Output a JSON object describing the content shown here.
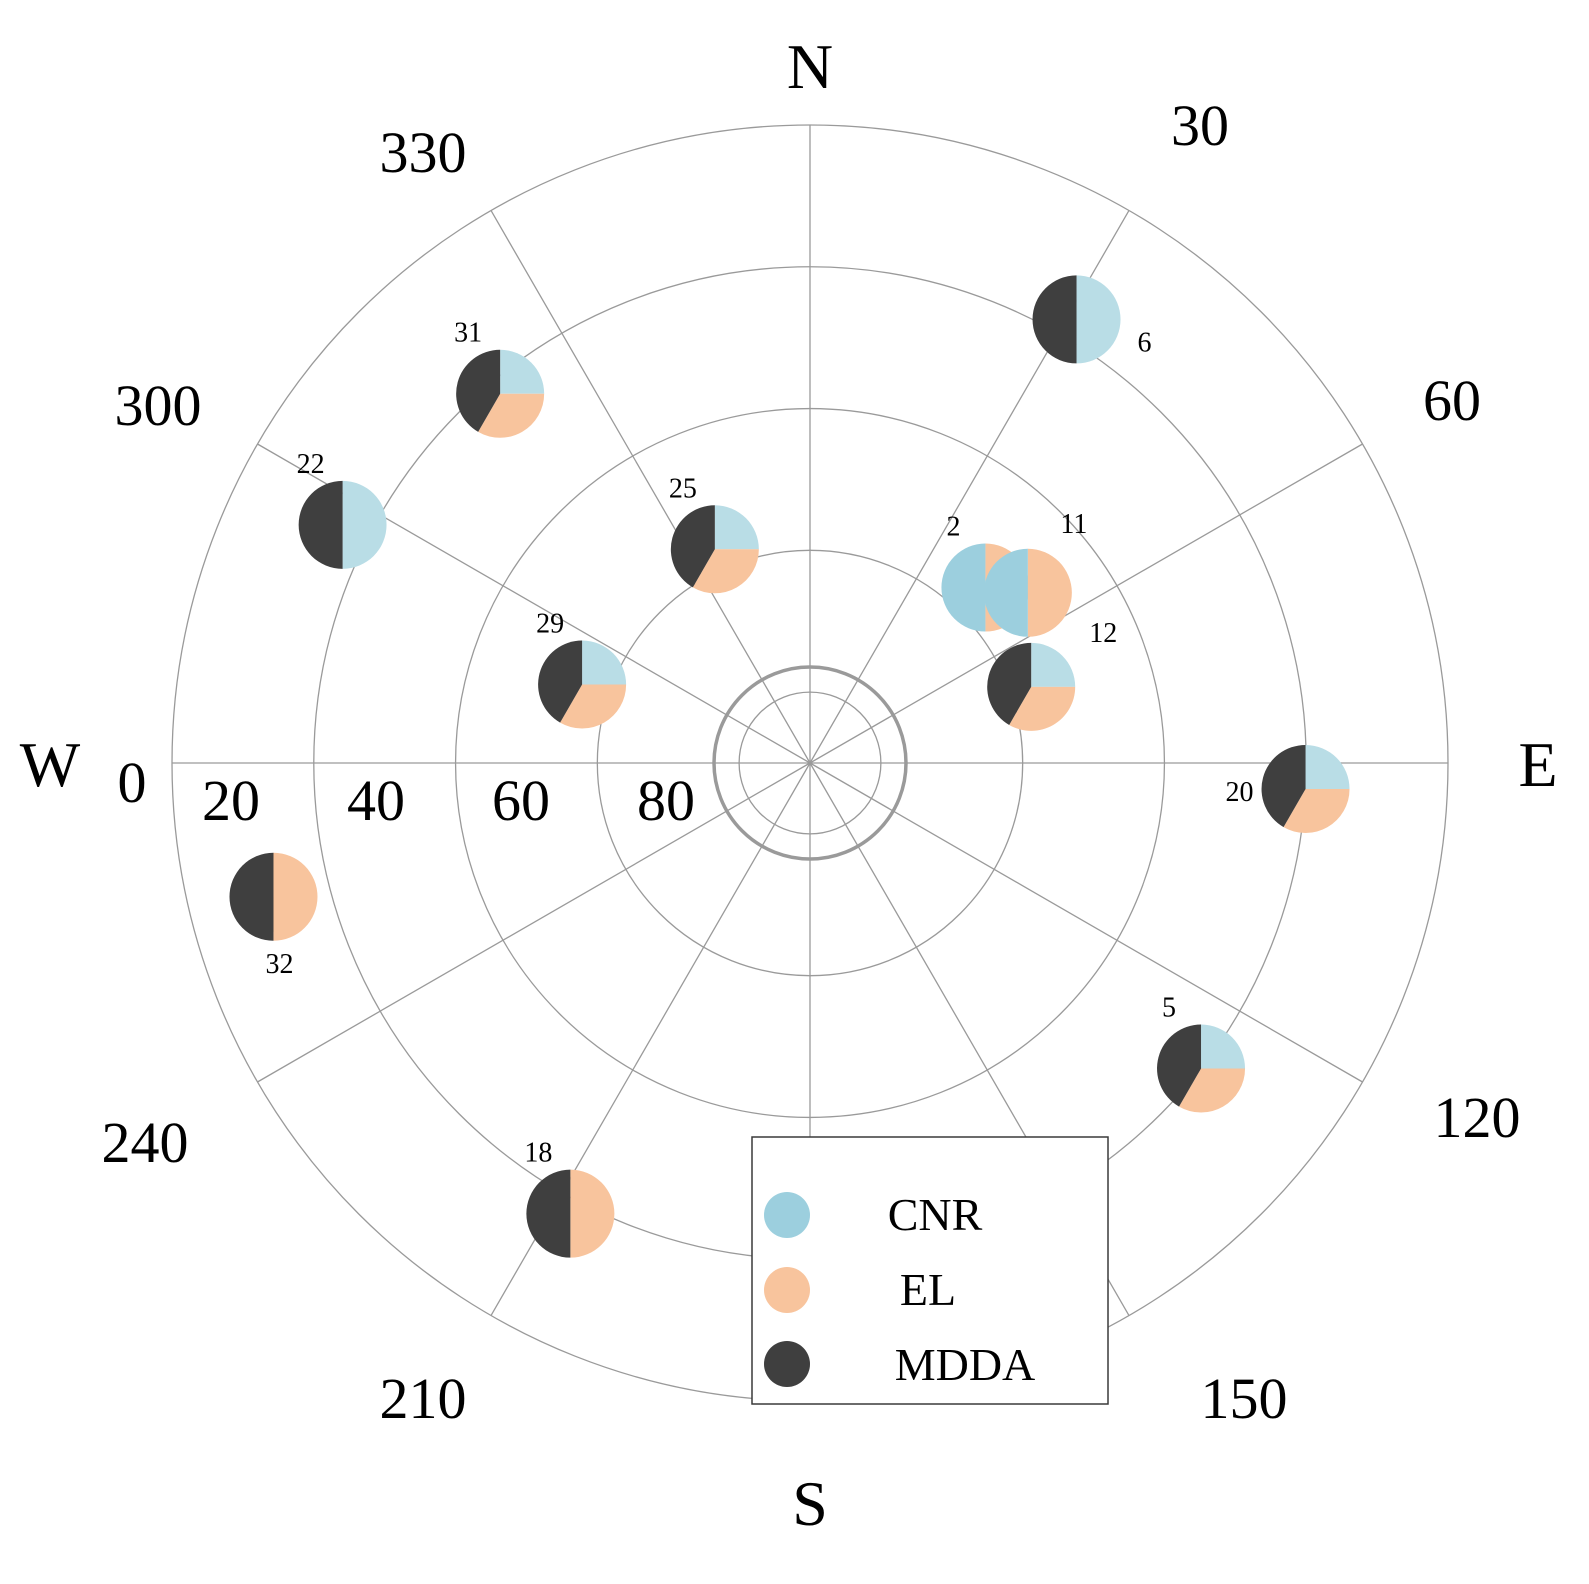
{
  "colors": {
    "CNR": "#9ccfde",
    "CNR_shade": "#b9dde6",
    "EL": "#f8c49d",
    "MDDA": "#3f3f3f"
  },
  "compass": {
    "N": "N",
    "E": "E",
    "S": "S",
    "W": "W"
  },
  "chart_data": {
    "type": "polar-pie-scatter",
    "azimuth_ticks": [
      "30",
      "60",
      "120",
      "150",
      "210",
      "240",
      "300",
      "330"
    ],
    "elevation_ticks": [
      "0",
      "20",
      "40",
      "60",
      "80"
    ],
    "legend": [
      {
        "key": "CNR",
        "label": "CNR"
      },
      {
        "key": "EL",
        "label": "EL"
      },
      {
        "key": "MDDA",
        "label": "MDDA"
      }
    ],
    "satellites": [
      {
        "prn": "6",
        "azimuth": 31,
        "elevation": 17,
        "methods": [
          "CNR",
          "MDDA"
        ]
      },
      {
        "prn": "31",
        "azimuth": 320,
        "elevation": 22,
        "methods": [
          "CNR",
          "EL",
          "MDDA"
        ]
      },
      {
        "prn": "22",
        "azimuth": 297,
        "elevation": 16,
        "methods": [
          "CNR",
          "MDDA"
        ]
      },
      {
        "prn": "25",
        "azimuth": 336,
        "elevation": 57,
        "methods": [
          "CNR",
          "EL",
          "MDDA"
        ]
      },
      {
        "prn": "2",
        "azimuth": 45,
        "elevation": 55,
        "methods": [
          "CNR",
          "EL"
        ]
      },
      {
        "prn": "11",
        "azimuth": 52,
        "elevation": 51,
        "methods": [
          "CNR",
          "EL"
        ]
      },
      {
        "prn": "12",
        "azimuth": 71,
        "elevation": 57,
        "methods": [
          "CNR",
          "EL",
          "MDDA"
        ]
      },
      {
        "prn": "29",
        "azimuth": 289,
        "elevation": 56,
        "methods": [
          "CNR",
          "EL",
          "MDDA"
        ]
      },
      {
        "prn": "20",
        "azimuth": 93,
        "elevation": 20,
        "methods": [
          "CNR",
          "EL",
          "MDDA"
        ]
      },
      {
        "prn": "32",
        "azimuth": 256,
        "elevation": 12,
        "methods": [
          "EL",
          "MDDA"
        ]
      },
      {
        "prn": "5",
        "azimuth": 128,
        "elevation": 20,
        "methods": [
          "CNR",
          "EL",
          "MDDA"
        ]
      },
      {
        "prn": "18",
        "azimuth": 208,
        "elevation": 18,
        "methods": [
          "EL",
          "MDDA"
        ]
      }
    ]
  }
}
